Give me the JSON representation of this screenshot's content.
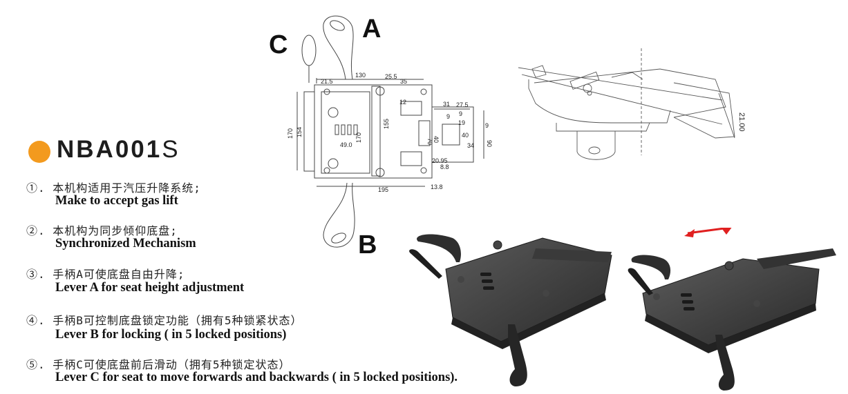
{
  "product": {
    "model_main": "NBA001",
    "model_suffix": "S"
  },
  "features": [
    {
      "cn": "①. 本机构适用于汽压升降系统;",
      "en": "Make to accept gas lift"
    },
    {
      "cn": "②. 本机构为同步倾仰底盘;",
      "en": "Synchronized Mechanism"
    },
    {
      "cn": "③. 手柄A可使底盘自由升降;",
      "en": "Lever A for seat height adjustment"
    },
    {
      "cn": "④. 手柄B可控制底盘锁定功能（拥有5种锁紧状态）",
      "en": "Lever B for locking ( in 5 locked positions)"
    },
    {
      "cn": "⑤. 手柄C可使底盘前后滑动（拥有5种锁定状态）",
      "en": "Lever C for seat to move forwards and backwards ( in 5 locked positions)."
    }
  ],
  "drawing": {
    "lever_labels": {
      "a": "A",
      "b": "B",
      "c": "C"
    },
    "dimensions": {
      "d130": "130",
      "d21_5": "21.5",
      "d25_5": "25.5",
      "d35": "35",
      "d12": "12",
      "d31": "31",
      "d27_5": "27.5",
      "d9a": "9",
      "d9b": "9",
      "d19": "19",
      "d40a": "40",
      "d40b": "40",
      "d9c": "9",
      "d90": "90",
      "d34": "34",
      "d170a": "170",
      "d154": "154",
      "d49": "49.0",
      "d155": "155",
      "d170b": "170",
      "d70": "70",
      "d20_95": "20.95",
      "d8_8": "8.8",
      "d195": "195",
      "d13_8": "13.8"
    },
    "side_dimension": "21.00"
  },
  "colors": {
    "accent": "#f39a1e"
  }
}
